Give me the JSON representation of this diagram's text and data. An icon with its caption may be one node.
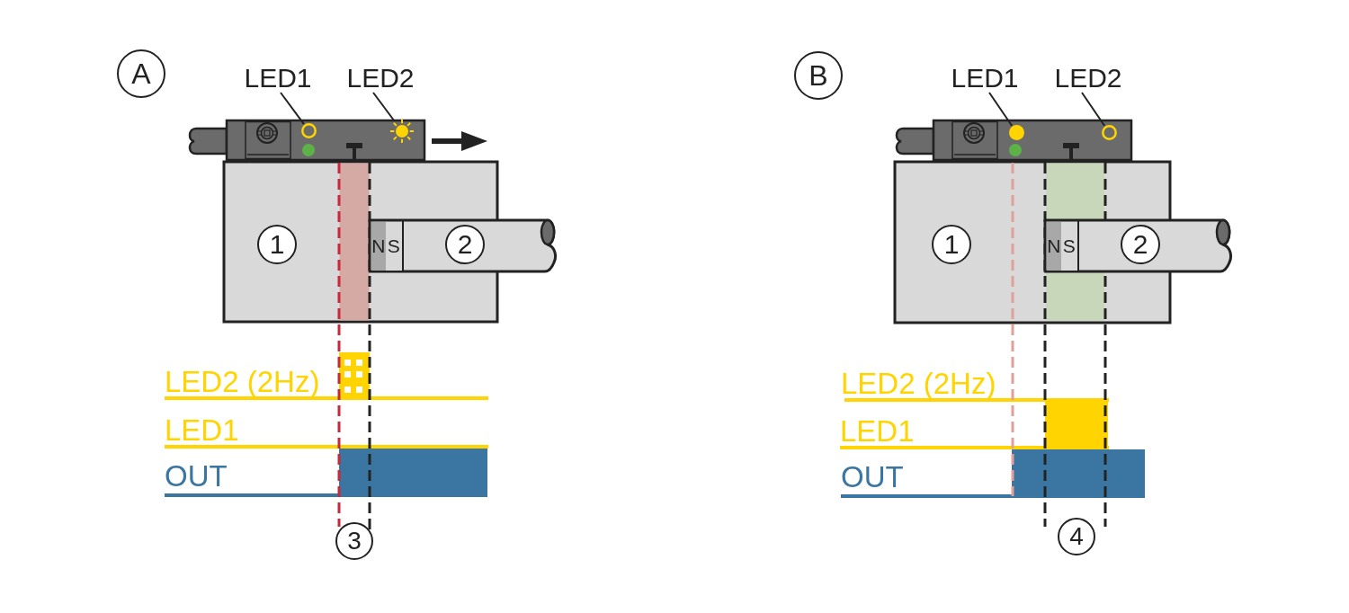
{
  "diagram": {
    "nodes": [
      {
        "text": [
          "A"
        ]
      },
      {
        "text": [
          "LED1"
        ]
      },
      {
        "text": [
          "LED2"
        ]
      },
      {
        "text": [],
        "shape": "circle"
      },
      {
        "text": [],
        "shape": "circle"
      },
      {
        "text": [
          "1"
        ]
      },
      {
        "text": [
          "N"
        ]
      },
      {
        "text": [
          "S"
        ]
      },
      {
        "text": [
          "2"
        ]
      },
      {
        "text": [
          "3"
        ]
      },
      {
        "text": [
          "B"
        ]
      },
      {
        "text": [
          "LED1"
        ]
      },
      {
        "text": [
          "LED2"
        ]
      },
      {
        "text": [],
        "shape": "circle"
      },
      {
        "text": [],
        "shape": "circle"
      },
      {
        "text": [
          "1"
        ]
      },
      {
        "text": [
          "N"
        ]
      },
      {
        "text": [
          "S"
        ]
      },
      {
        "text": [
          "2"
        ]
      },
      {
        "text": [
          "4"
        ]
      }
    ],
    "edges": [
      {
        "from": 1,
        "to": 3,
        "arrow": "none"
      },
      {
        "from": 2,
        "to": 4,
        "arrow": "none"
      },
      {
        "from": 11,
        "to": 13,
        "arrow": "none"
      },
      {
        "from": 12,
        "to": 14,
        "arrow": "none"
      }
    ],
    "labels": [
      "LED2 (2Hz)",
      "LED1",
      "OUT",
      "LED2 (2Hz)",
      "LED1",
      "OUT"
    ]
  }
}
